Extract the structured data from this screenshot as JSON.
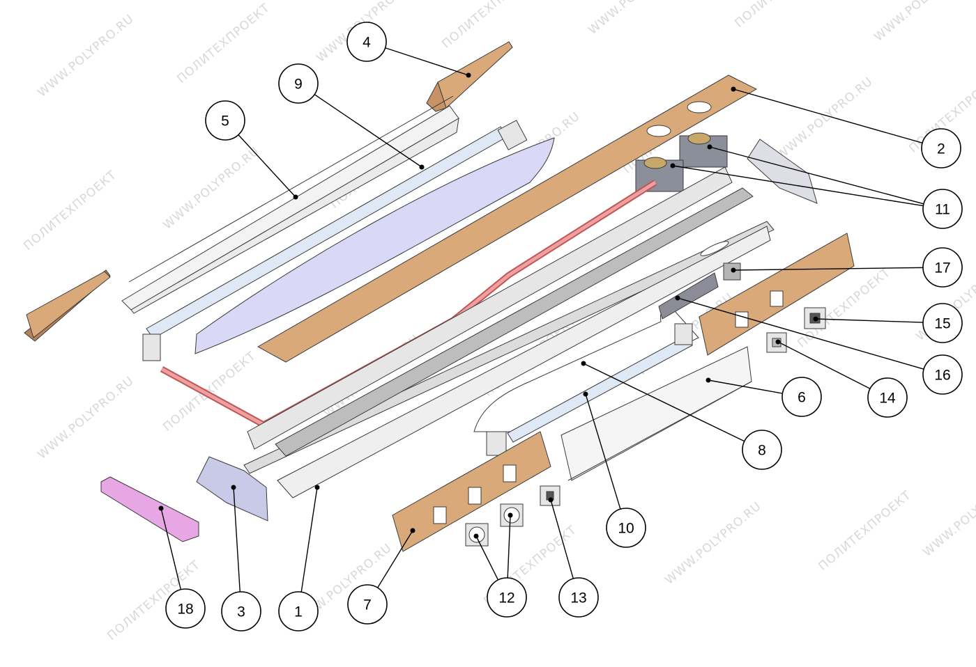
{
  "watermarks": [
    "WWW.POLYPRO.RU",
    "ПОЛИТЕХПРОЕКТ"
  ],
  "callouts": [
    {
      "id": "1",
      "label": "1"
    },
    {
      "id": "2",
      "label": "2"
    },
    {
      "id": "3",
      "label": "3"
    },
    {
      "id": "4",
      "label": "4"
    },
    {
      "id": "5",
      "label": "5"
    },
    {
      "id": "6",
      "label": "6"
    },
    {
      "id": "7",
      "label": "7"
    },
    {
      "id": "8",
      "label": "8"
    },
    {
      "id": "9",
      "label": "9"
    },
    {
      "id": "10",
      "label": "10"
    },
    {
      "id": "11",
      "label": "11"
    },
    {
      "id": "12",
      "label": "12"
    },
    {
      "id": "13",
      "label": "13"
    },
    {
      "id": "14",
      "label": "14"
    },
    {
      "id": "15",
      "label": "15"
    },
    {
      "id": "16",
      "label": "16"
    },
    {
      "id": "17",
      "label": "17"
    },
    {
      "id": "18",
      "label": "18"
    }
  ],
  "colors": {
    "wood": "#d9a97a",
    "lamp": "#dfe8f5",
    "reflector": "#d9d9f7",
    "pipe": "#e07a7a",
    "endcap": "#c9c9e8",
    "pink": "#e7a6e4",
    "metal": "#e6e6e6"
  }
}
